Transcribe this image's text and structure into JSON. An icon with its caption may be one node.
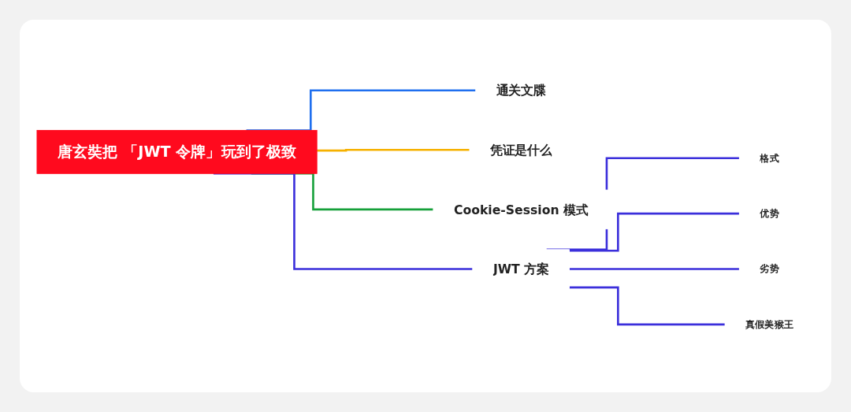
{
  "diagram": {
    "nodes": [
      {
        "text": [
          "唐玄奘把 「JWT 令牌」玩到了极致"
        ]
      },
      {
        "text": [
          "通关文牒"
        ]
      },
      {
        "text": [
          "凭证是什么"
        ]
      },
      {
        "text": [
          "Cookie-Session 模式"
        ]
      },
      {
        "text": [
          "JWT 方案"
        ]
      },
      {
        "text": [
          "格式"
        ]
      },
      {
        "text": [
          "优势"
        ]
      },
      {
        "text": [
          "劣势"
        ]
      },
      {
        "text": [
          "真假美猴王"
        ]
      }
    ],
    "edges": [
      {
        "from": 0,
        "to": 1,
        "arrow": "none",
        "color": "#1f6fef"
      },
      {
        "from": 0,
        "to": 2,
        "arrow": "none",
        "color": "#f6b100"
      },
      {
        "from": 0,
        "to": 3,
        "arrow": "none",
        "color": "#16a03a"
      },
      {
        "from": 0,
        "to": 4,
        "arrow": "none"
      },
      {
        "from": 4,
        "to": 5,
        "arrow": "none"
      },
      {
        "from": 4,
        "to": 6,
        "arrow": "none"
      },
      {
        "from": 4,
        "to": 7,
        "arrow": "none"
      },
      {
        "from": 4,
        "to": 8,
        "arrow": "none"
      }
    ]
  }
}
